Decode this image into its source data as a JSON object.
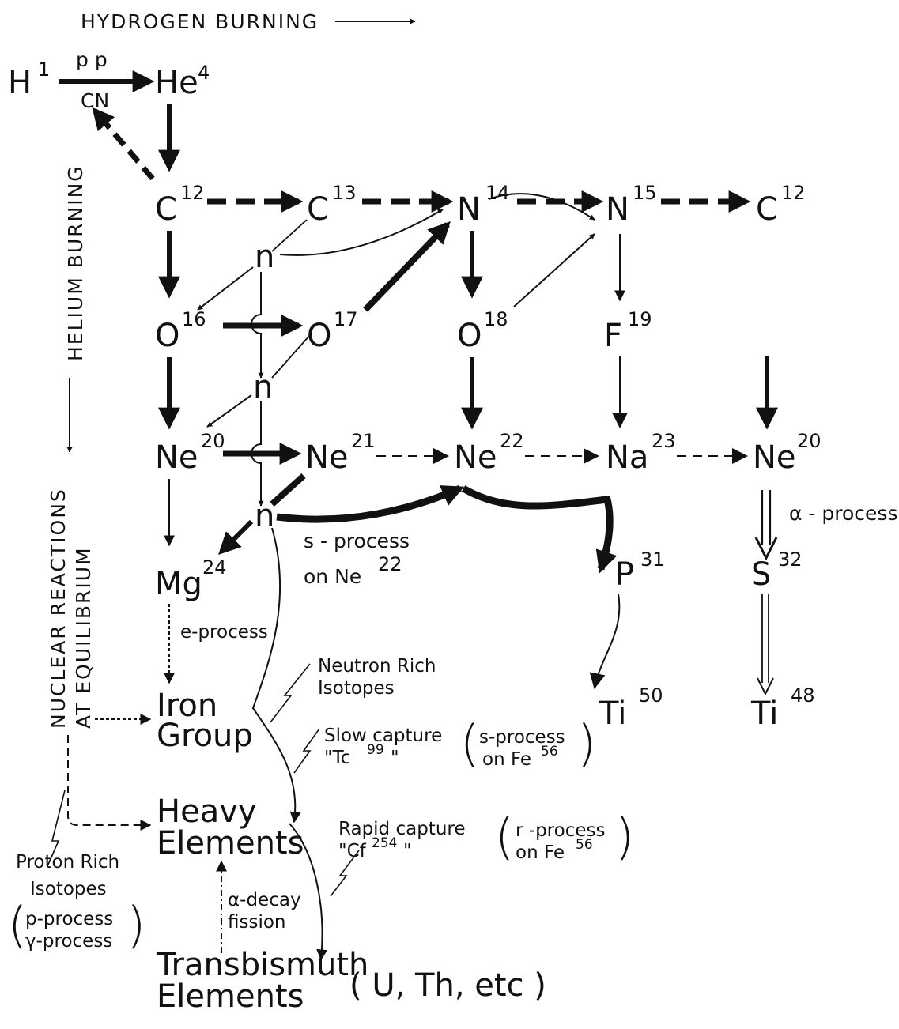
{
  "title": "HYDROGEN BURNING",
  "helium_burning": "HELIUM BURNING",
  "equilibrium": [
    "NUCLEAR REACTIONS",
    "AT EQUILIBRIUM"
  ],
  "nuclides": {
    "h1": {
      "sym": "H",
      "mass": "1"
    },
    "he4": {
      "sym": "He",
      "mass": "4"
    },
    "c12": {
      "sym": "C",
      "mass": "12"
    },
    "c13": {
      "sym": "C",
      "mass": "13"
    },
    "n14": {
      "sym": "N",
      "mass": "14"
    },
    "n15": {
      "sym": "N",
      "mass": "15"
    },
    "c12b": {
      "sym": "C",
      "mass": "12"
    },
    "o16": {
      "sym": "O",
      "mass": "16"
    },
    "o17": {
      "sym": "O",
      "mass": "17"
    },
    "o18": {
      "sym": "O",
      "mass": "18"
    },
    "f19": {
      "sym": "F",
      "mass": "19"
    },
    "ne20": {
      "sym": "Ne",
      "mass": "20"
    },
    "ne21": {
      "sym": "Ne",
      "mass": "21"
    },
    "ne22": {
      "sym": "Ne",
      "mass": "22"
    },
    "na23": {
      "sym": "Na",
      "mass": "23"
    },
    "ne20b": {
      "sym": "Ne",
      "mass": "20"
    },
    "mg24": {
      "sym": "Mg",
      "mass": "24"
    },
    "p31": {
      "sym": "P",
      "mass": "31"
    },
    "s32": {
      "sym": "S",
      "mass": "32"
    },
    "ti50": {
      "sym": "Ti",
      "mass": "50"
    },
    "ti48": {
      "sym": "Ti",
      "mass": "48"
    }
  },
  "neutron": "n",
  "labels": {
    "pp": "p p",
    "cn": "CN",
    "alpha_process": "α - process",
    "s_process_ne": [
      "s - process",
      "on Ne"
    ],
    "s_process_ne_mass": "22",
    "e_process": "e-process",
    "iron_group": [
      "Iron",
      "Group"
    ],
    "neutron_rich": [
      "Neutron Rich",
      "Isotopes"
    ],
    "slow_capture": "Slow capture",
    "tc99": "\"Tc",
    "tc99_mass": "99",
    "tc99_close": "\"",
    "s_process_fe": [
      "s-process",
      "on Fe"
    ],
    "fe56": "56",
    "heavy": [
      "Heavy",
      "Elements"
    ],
    "rapid_capture": "Rapid capture",
    "cf254": "\"Cf",
    "cf254_mass": "254",
    "cf254_close": "\"",
    "r_process_fe": [
      "r -process",
      "on Fe"
    ],
    "proton_rich": [
      "Proton Rich",
      "Isotopes"
    ],
    "p_process": [
      "p-process",
      "γ-process"
    ],
    "alpha_decay": [
      "α-decay",
      "fission"
    ],
    "transbismuth": [
      "Transbismuth",
      "Elements"
    ],
    "u_th": "( U, Th, etc )"
  }
}
